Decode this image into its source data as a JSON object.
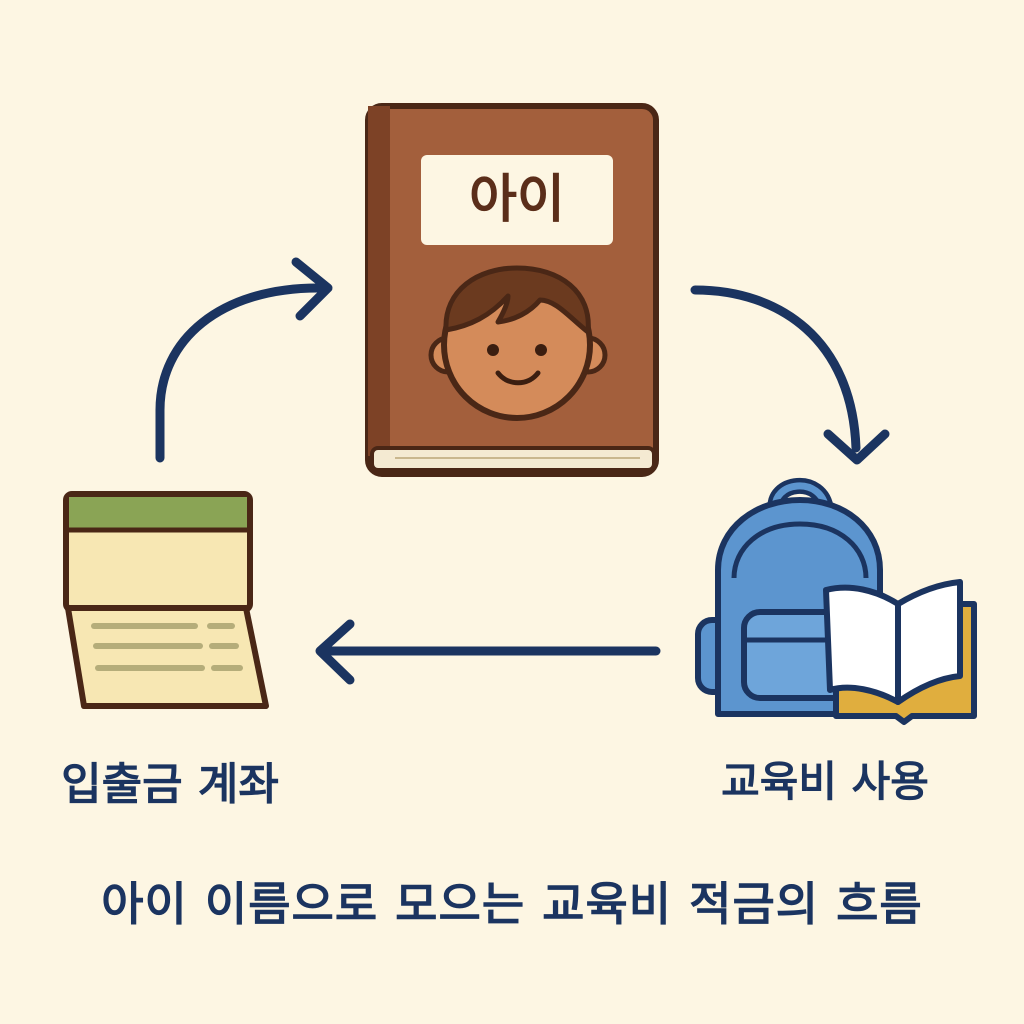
{
  "book": {
    "title": "아이"
  },
  "nodes": {
    "deposit_account": "입출금 계좌",
    "education_spending": "교육비 사용"
  },
  "caption": "아이 이름으로 모으는 교육비 적금의 흐름",
  "colors": {
    "background": "#fdf6e3",
    "arrow": "#1b3460",
    "book_cover": "#a35f3c",
    "bankbook_header": "#8aa455",
    "bankbook_page": "#f7e7b3",
    "backpack": "#5c95cf",
    "open_book_cover": "#e0ae3e"
  },
  "icons": [
    "child-book-icon",
    "child-face-icon",
    "bankbook-icon",
    "backpack-icon",
    "open-book-icon"
  ]
}
